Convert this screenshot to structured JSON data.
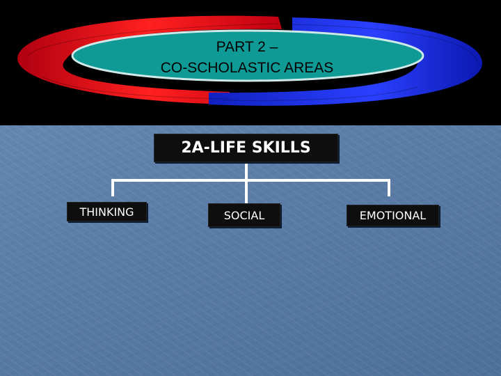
{
  "header": {
    "title_line1": "PART 2 –",
    "title_line2": "CO-SCHOLASTIC AREAS"
  },
  "diagram": {
    "root": "2A-LIFE SKILLS",
    "children": [
      "THINKING",
      "SOCIAL",
      "EMOTIONAL"
    ]
  },
  "colors": {
    "header_bg": "#000000",
    "swirl_red": "#e8101a",
    "swirl_blue": "#1a2fe0",
    "oval_fill": "#0f9a96",
    "box_bg": "#0e0e0e",
    "connector": "#ffffff"
  }
}
